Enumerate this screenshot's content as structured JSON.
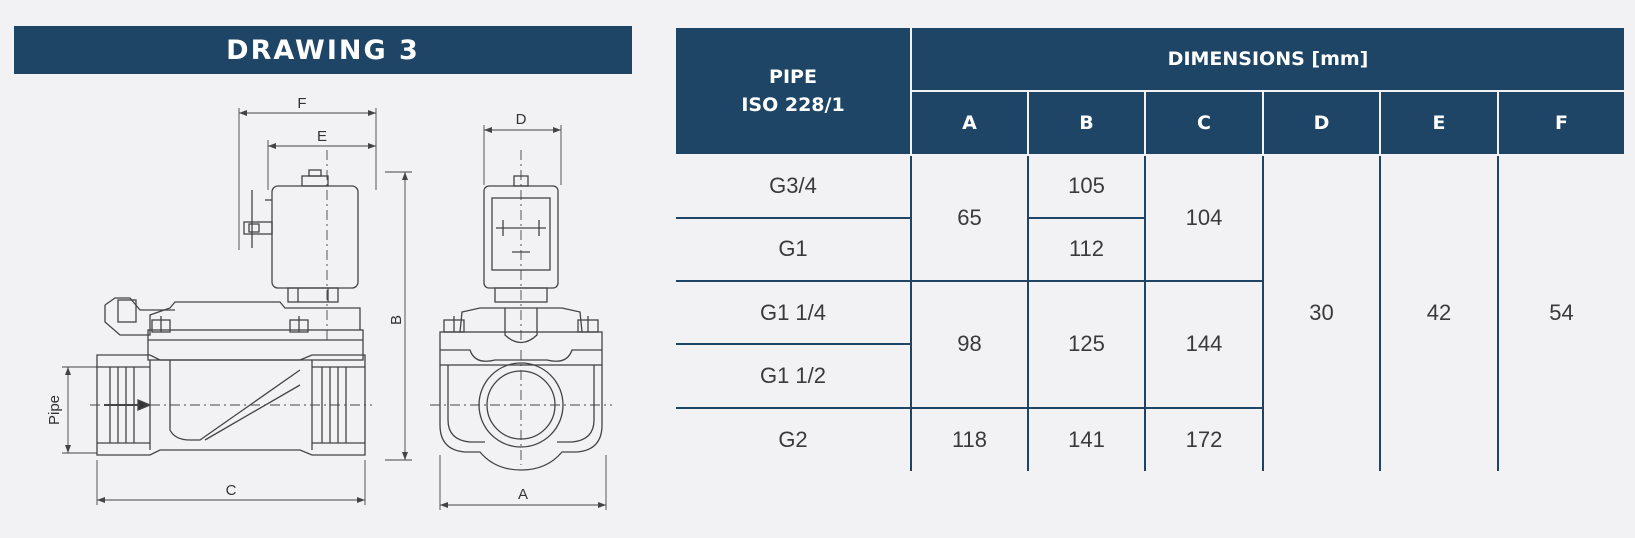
{
  "banner": {
    "title": "DRAWING 3"
  },
  "drawing": {
    "dim_labels": {
      "f": "F",
      "e": "E",
      "d": "D",
      "b": "B",
      "c": "C",
      "a": "A",
      "pipe": "Pipe"
    }
  },
  "table": {
    "pipe_header_line1": "PIPE",
    "pipe_header_line2": "ISO 228/1",
    "dimensions_header": "DIMENSIONS [mm]",
    "columns": [
      "A",
      "B",
      "C",
      "D",
      "E",
      "F"
    ],
    "pipes": [
      "G3/4",
      "G1",
      "G1 1/4",
      "G1 1/2",
      "G2"
    ],
    "a_values": [
      "65",
      "98",
      "118"
    ],
    "b_values": [
      "105",
      "112",
      "125",
      "141"
    ],
    "c_values": [
      "104",
      "144",
      "172"
    ],
    "d_value": "30",
    "e_value": "42",
    "f_value": "54"
  },
  "colors": {
    "header_bg": "#1e4566",
    "page_bg": "#f2f2f4",
    "line": "#444444"
  }
}
